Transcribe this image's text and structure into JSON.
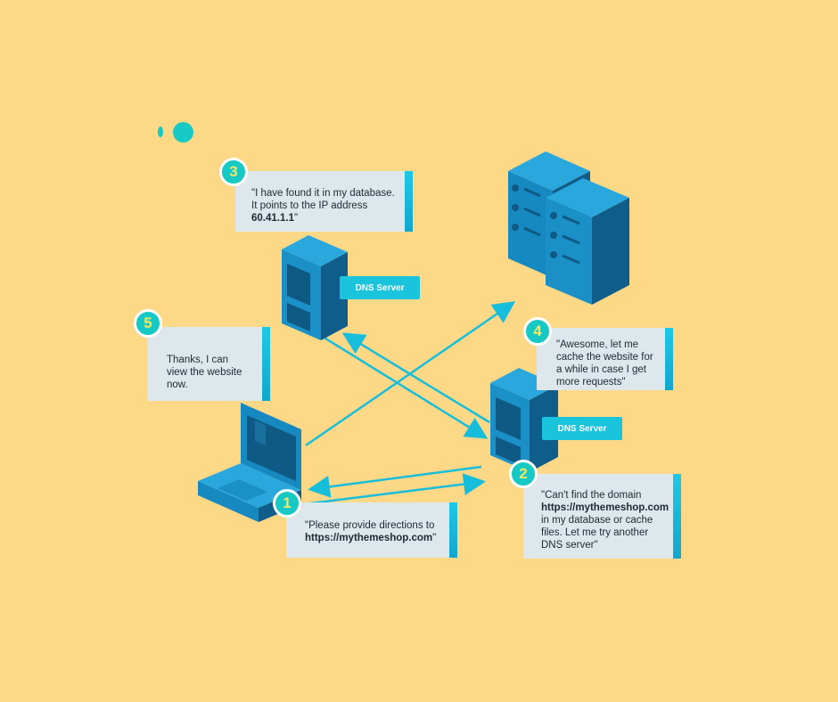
{
  "steps": [
    {
      "number": "1",
      "text_before": "\"Please provide directions to",
      "bold": "https://mythemeshop.com",
      "text_after": "\""
    },
    {
      "number": "2",
      "text_before": "\"Can't find the domain",
      "bold": "https://mythemeshop.com",
      "text_after": "in my database or cache files. Let me try another DNS server\""
    },
    {
      "number": "3",
      "text_before": "\"I have found it in my database. It points to the IP address",
      "bold": "60.41.1.1",
      "text_after": "\""
    },
    {
      "number": "4",
      "text_before": "\"Awesome, let me cache the website for a while in case I get more requests\"",
      "bold": "",
      "text_after": ""
    },
    {
      "number": "5",
      "text_before": "Thanks, I can view the website now.",
      "bold": "",
      "text_after": ""
    }
  ],
  "dns_labels": [
    "DNS Server",
    "DNS Server"
  ],
  "colors": {
    "background": "#fdd886",
    "server": "#1689c0",
    "arrow": "#17bedb",
    "badge": "#17c9c4",
    "badge_text": "#f5e663",
    "bubble": "#dde7ec"
  }
}
